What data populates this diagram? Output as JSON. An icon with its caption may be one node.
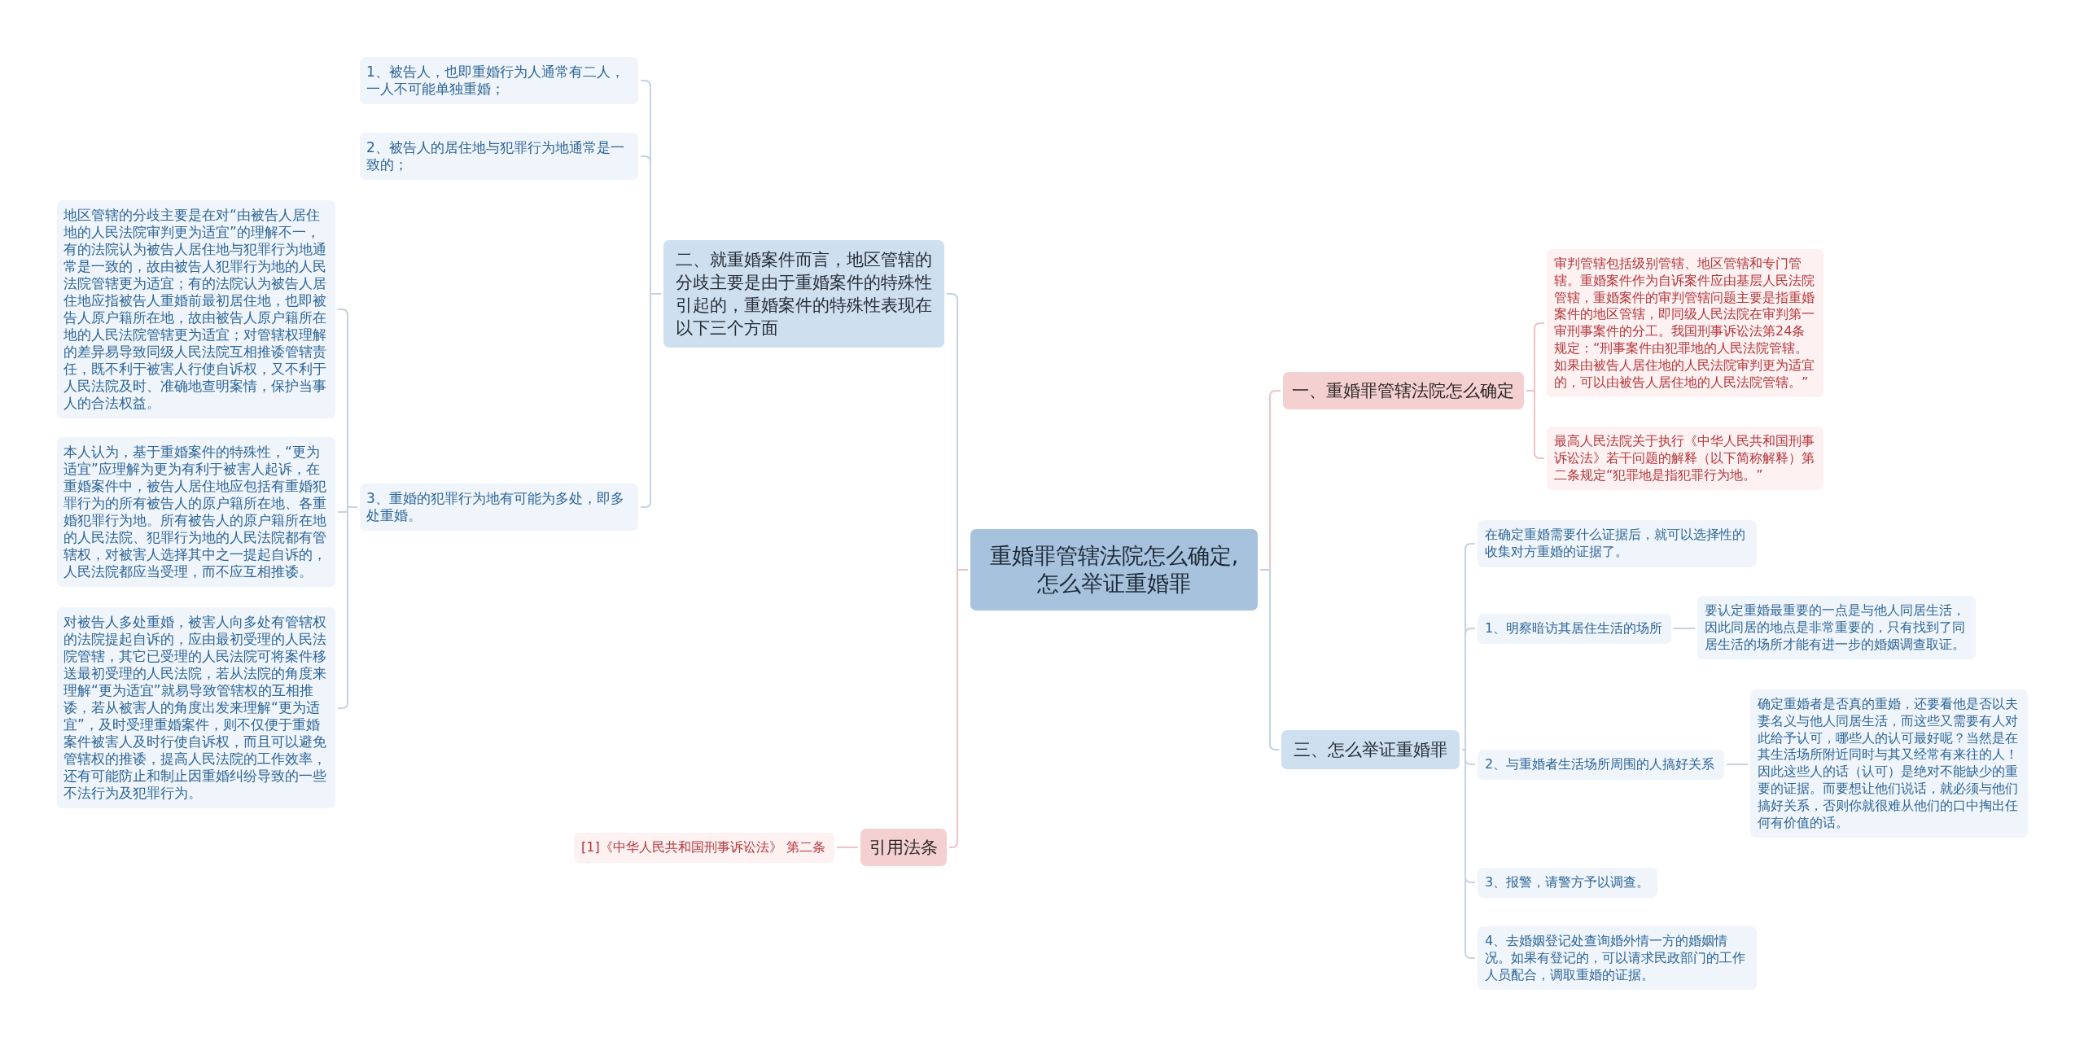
{
  "diagram": {
    "nodes": [
      {
        "text": [
          "重婚罪管辖法院怎么确定,怎么举证重婚罪"
        ]
      },
      {
        "text": [
          "二、就重婚案件而言，地区管辖的分歧主要是由于重婚案件的特殊性引起的，重婚案件的特殊性表现在以下三个方面"
        ]
      },
      {
        "text": [
          "1、被告人，也即重婚行为人通常有二人，一人不可能单独重婚；"
        ]
      },
      {
        "text": [
          "2、被告人的居住地与犯罪行为地通常是一致的；"
        ]
      },
      {
        "text": [
          "3、重婚的犯罪行为地有可能为多处，即多处重婚。"
        ]
      },
      {
        "text": [
          "地区管辖的分歧主要是在对“由被告人居住地的人民法院审判更为适宜”的理解不一，有的法院认为被告人居住地与犯罪行为地通常是一致的，故由被告人犯罪行为地的人民法院管辖更为适宜；有的法院认为被告人居住地应指被告人重婚前最初居住地，也即被告人原户籍所在地，故由被告人原户籍所在地的人民法院管辖更为适宜；对管辖权理解的差异易导致同级人民法院互相推诿管辖责任，既不利于被害人行使自诉权，又不利于人民法院及时、准确地查明案情，保护当事人的合法权益。"
        ]
      },
      {
        "text": [
          "本人认为，基于重婚案件的特殊性，“更为适宜”应理解为更为有利于被害人起诉，在重婚案件中，被告人居住地应包括有重婚犯罪行为的所有被告人的原户籍所在地、各重婚犯罪行为地。所有被告人的原户籍所在地的人民法院、犯罪行为地的人民法院都有管辖权，对被害人选择其中之一提起自诉的，人民法院都应当受理，而不应互相推诿。"
        ]
      },
      {
        "text": [
          "对被告人多处重婚，被害人向多处有管辖权的法院提起自诉的，应由最初受理的人民法院管辖，其它已受理的人民法院可将案件移送最初受理的人民法院，若从法院的角度来理解“更为适宜”就易导致管辖权的互相推诿，若从被害人的角度出发来理解“更为适宜”，及时受理重婚案件，则不仅便于重婚案件被害人及时行使自诉权，而且可以避免管辖权的推诿，提高人民法院的工作效率，还有可能防止和制止因重婚纠纷导致的一些不法行为及犯罪行为。"
        ]
      },
      {
        "text": [
          "引用法条"
        ]
      },
      {
        "text": [
          "[1]《中华人民共和国刑事诉讼法》 第二条"
        ]
      },
      {
        "text": [
          "一、重婚罪管辖法院怎么确定"
        ]
      },
      {
        "text": [
          "审判管辖包括级别管辖、地区管辖和专门管辖。重婚案件作为自诉案件应由基层人民法院管辖，重婚案件的审判管辖问题主要是指重婚案件的地区管辖，即同级人民法院在审判第一审刑事案件的分工。我国刑事诉讼法第24条规定：“刑事案件由犯罪地的人民法院管辖。如果由被告人居住地的人民法院审判更为适宜的，可以由被告人居住地的人民法院管辖。”"
        ]
      },
      {
        "text": [
          "最高人民法院关于执行《中华人民共和国刑事诉讼法》若干问题的解释（以下简称解释）第二条规定“犯罪地是指犯罪行为地。”"
        ]
      },
      {
        "text": [
          "三、怎么举证重婚罪"
        ]
      },
      {
        "text": [
          "在确定重婚需要什么证据后，就可以选择性的收集对方重婚的证据了。"
        ]
      },
      {
        "text": [
          "1、明察暗访其居住生活的场所"
        ]
      },
      {
        "text": [
          "要认定重婚最重要的一点是与他人同居生活，因此同居的地点是非常重要的，只有找到了同居生活的场所才能有进一步的婚姻调查取证。"
        ]
      },
      {
        "text": [
          "2、与重婚者生活场所周围的人搞好关系"
        ]
      },
      {
        "text": [
          "确定重婚者是否真的重婚，还要看他是否以夫妻名义与他人同居生活，而这些又需要有人对此给予认可，哪些人的认可最好呢？当然是在其生活场所附近同时与其又经常有来往的人！因此这些人的话（认可）是绝对不能缺少的重要的证据。而要想让他们说话，就必须与他们搞好关系，否则你就很难从他们的口中掏出任何有价值的话。"
        ]
      },
      {
        "text": [
          "3、报警，请警方予以调查。"
        ]
      },
      {
        "text": [
          "4、去婚姻登记处查询婚外情一方的婚姻情况。如果有登记的，可以请求民政部门的工作人员配合，调取重婚的证据。"
        ]
      }
    ],
    "edges": [
      {
        "from": 0,
        "to": 1,
        "arrow": "none"
      },
      {
        "from": 1,
        "to": 2,
        "arrow": "none"
      },
      {
        "from": 1,
        "to": 3,
        "arrow": "none"
      },
      {
        "from": 1,
        "to": 4,
        "arrow": "none"
      },
      {
        "from": 4,
        "to": 5,
        "arrow": "none"
      },
      {
        "from": 4,
        "to": 6,
        "arrow": "none"
      },
      {
        "from": 4,
        "to": 7,
        "arrow": "none"
      },
      {
        "from": 0,
        "to": 8,
        "arrow": "none",
        "color": "#eec3c4"
      },
      {
        "from": 8,
        "to": 9,
        "arrow": "none",
        "color": "#eec3c4"
      },
      {
        "from": 0,
        "to": 10,
        "arrow": "none",
        "color": "#eec3c4"
      },
      {
        "from": 10,
        "to": 11,
        "arrow": "none",
        "color": "#eec3c4"
      },
      {
        "from": 10,
        "to": 12,
        "arrow": "none",
        "color": "#eec3c4"
      },
      {
        "from": 0,
        "to": 13,
        "arrow": "none"
      },
      {
        "from": 13,
        "to": 14,
        "arrow": "none"
      },
      {
        "from": 13,
        "to": 15,
        "arrow": "none"
      },
      {
        "from": 15,
        "to": 16,
        "arrow": "none"
      },
      {
        "from": 13,
        "to": 17,
        "arrow": "none"
      },
      {
        "from": 17,
        "to": 18,
        "arrow": "none"
      },
      {
        "from": 13,
        "to": 19,
        "arrow": "none"
      },
      {
        "from": 13,
        "to": 20,
        "arrow": "none"
      }
    ]
  }
}
